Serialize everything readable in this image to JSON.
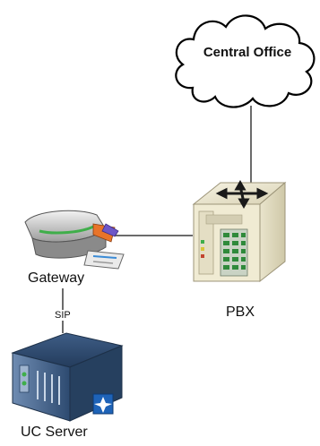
{
  "nodes": {
    "central_office": "Central Office",
    "pbx": "PBX",
    "gateway": "Gateway",
    "uc_server": "UC Server"
  },
  "links": {
    "gateway_uc": "SIP"
  },
  "colors": {
    "line": "#6b6b6b",
    "cloud_stroke": "#000000",
    "pbx_body": "#ece7cf",
    "server_body": "#2f4b70",
    "gateway_accent": "#e8742a"
  }
}
